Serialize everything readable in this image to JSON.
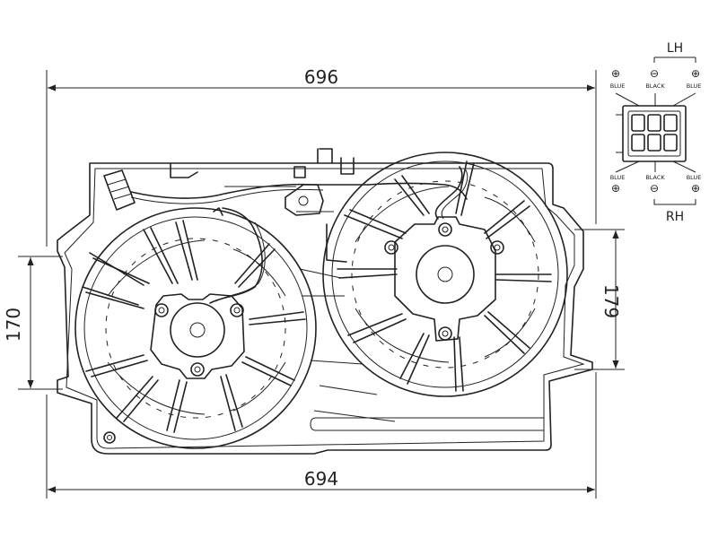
{
  "dimensions": {
    "top_width": "696",
    "bottom_width": "694",
    "left_height": "170",
    "right_height": "179"
  },
  "connector": {
    "lh_label": "LH",
    "rh_label": "RH",
    "top_pins": [
      {
        "symbol": "⊕",
        "wire": "BLUE"
      },
      {
        "symbol": "⊖",
        "wire": "BLACK"
      },
      {
        "symbol": "⊕",
        "wire": "BLUE"
      }
    ],
    "bottom_pins": [
      {
        "symbol": "⊕",
        "wire": "BLUE"
      },
      {
        "symbol": "⊖",
        "wire": "BLACK"
      },
      {
        "symbol": "⊕",
        "wire": "BLUE"
      }
    ]
  }
}
